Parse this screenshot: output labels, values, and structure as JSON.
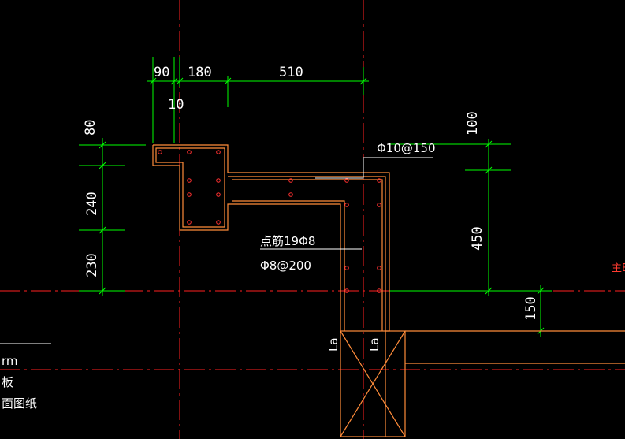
{
  "dimensions": {
    "d90": "90",
    "d180": "180",
    "d510": "510",
    "d10": "10",
    "d80": "80",
    "d240": "240",
    "d230": "230",
    "d100": "100",
    "d450": "450",
    "d150": "150"
  },
  "annotations": {
    "rebar_top": "Φ10@150",
    "rebar_points": "点筋19Φ8",
    "rebar_stirrup": "Φ8@200",
    "la_left": "La",
    "la_right": "La"
  },
  "left_text": {
    "line1": "rm",
    "line2": "板",
    "line3": "面图纸"
  },
  "right_cut_text": "主B",
  "colors": {
    "background": "#000000",
    "dimension_line": "#00ff00",
    "axis_line": "#ff2020",
    "outline": "#ff8c3a",
    "rebar": "#ff3030",
    "text": "#ffffff"
  }
}
